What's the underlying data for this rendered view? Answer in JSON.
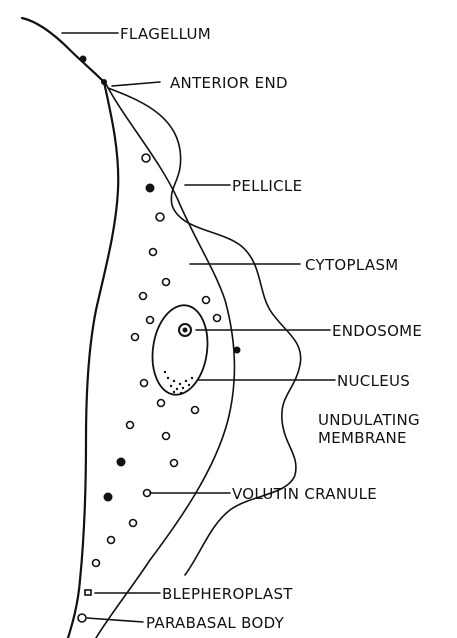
{
  "diagram": {
    "labels": {
      "flagellum": "FLAGELLUM",
      "anterior_end": "ANTERIOR END",
      "pellicle": "PELLICLE",
      "cytoplasm": "CYTOPLASM",
      "endosome": "ENDOSOME",
      "nucleus": "NUCLEUS",
      "undulating_membrane_line1": "UNDULATING",
      "undulating_membrane_line2": "MEMBRANE",
      "volutin_granule": "VOLUTIN CRANULE",
      "blepheroplast": "BLEPHEROPLAST",
      "parabasal_body": "PARABASAL BODY"
    },
    "colors": {
      "ink": "#111111",
      "background": "#ffffff"
    }
  }
}
